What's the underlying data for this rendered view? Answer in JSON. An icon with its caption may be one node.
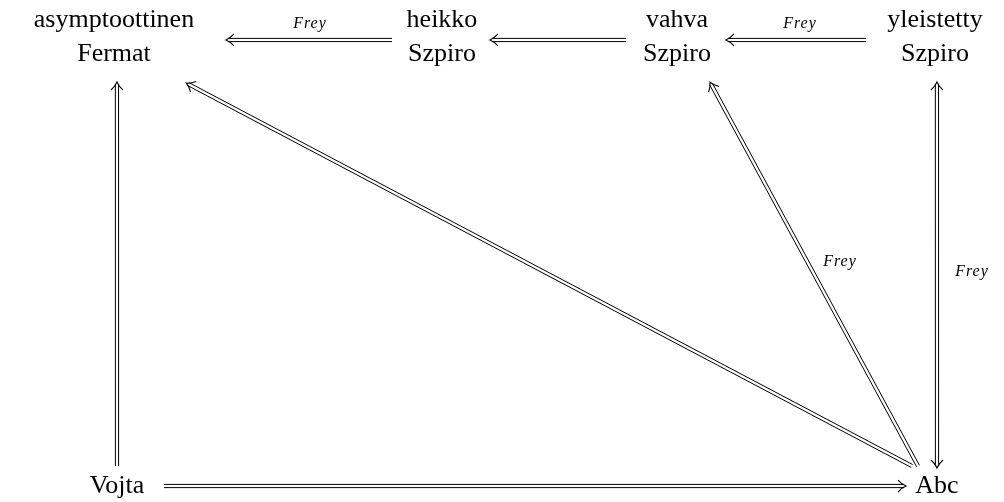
{
  "diagram": {
    "nodes": [
      {
        "text": [
          "asymptoottinen Fermat"
        ]
      },
      {
        "text": [
          "heikko Szpiro"
        ]
      },
      {
        "text": [
          "vahva Szpiro"
        ]
      },
      {
        "text": [
          "yleistetty Szpiro"
        ]
      },
      {
        "text": [
          "Vojta"
        ]
      },
      {
        "text": [
          "Abc"
        ]
      }
    ],
    "edges": [
      {
        "from": 1,
        "to": 0,
        "arrow": "to",
        "label": "Frey"
      },
      {
        "from": 2,
        "to": 1,
        "arrow": "to"
      },
      {
        "from": 3,
        "to": 2,
        "arrow": "to",
        "label": "Frey"
      },
      {
        "from": 4,
        "to": 0,
        "arrow": "to"
      },
      {
        "from": 4,
        "to": 5,
        "arrow": "to"
      },
      {
        "from": 5,
        "to": 0,
        "arrow": "to"
      },
      {
        "from": 5,
        "to": 2,
        "arrow": "to",
        "label": "Frey"
      },
      {
        "from": 5,
        "to": 3,
        "arrow": "both",
        "label": "Frey"
      }
    ]
  }
}
